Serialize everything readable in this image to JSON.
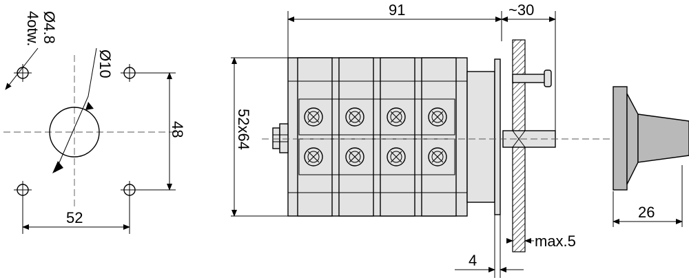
{
  "labels": {
    "hole_small_dia": "Ø4.8",
    "hole_count": "4otw.",
    "hole_big_dia": "Ø10",
    "vertical_spacing": "48",
    "horizontal_spacing": "52",
    "body_length": "91",
    "shaft_length": "~30",
    "body_size": "52x64",
    "panel_max": "max.5",
    "plate_thickness": "4",
    "knob_width": "26"
  },
  "colors": {
    "line": "#000000",
    "body_fill": "#e3e3e3",
    "dark_fill": "#b9b9b9",
    "centerline": "#555555"
  }
}
